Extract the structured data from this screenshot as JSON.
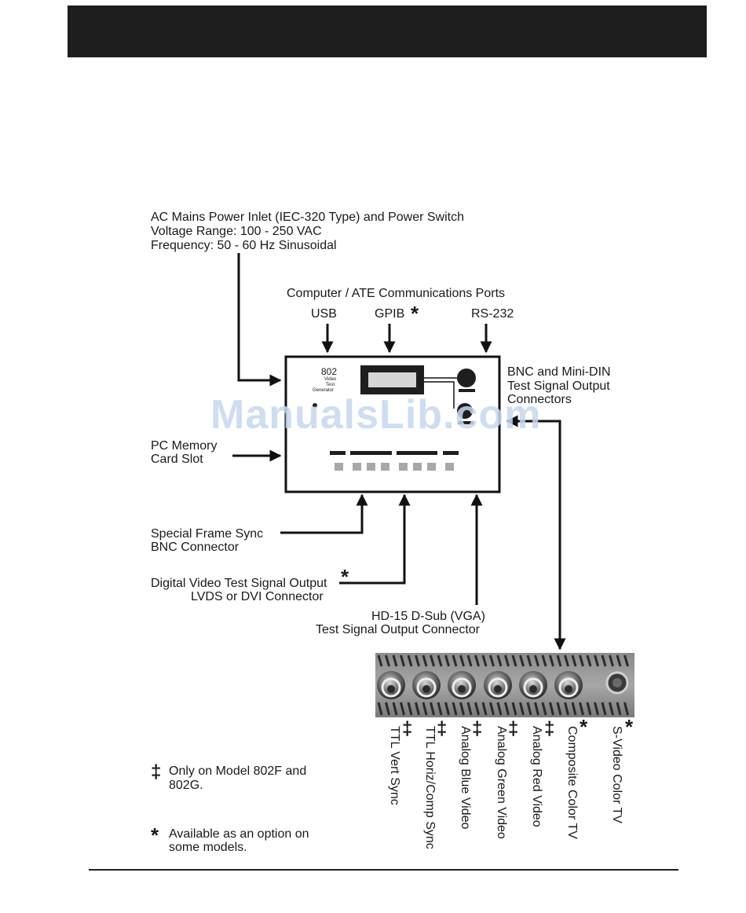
{
  "power": {
    "line1": "AC Mains Power Inlet (IEC-320 Type) and Power Switch",
    "line2": "Voltage Range: 100 - 250 VAC",
    "line3": "Frequency: 50 - 60 Hz Sinusoidal"
  },
  "ports": {
    "title": "Computer / ATE Communications Ports",
    "usb": "USB",
    "gpib": "GPIB",
    "rs232": "RS-232"
  },
  "bnc": {
    "line1": "BNC and Mini-DIN",
    "line2": "Test Signal Output",
    "line3": "Connectors"
  },
  "pc_card": {
    "line1": "PC Memory",
    "line2": "Card Slot"
  },
  "frame_sync": {
    "line1": "Special Frame Sync",
    "line2": "BNC Connector"
  },
  "digital_video": {
    "line1": "Digital Video Test Signal Output",
    "line2": "LVDS or DVI Connector"
  },
  "vga": {
    "line1": "HD-15 D-Sub (VGA)",
    "line2": "Test Signal Output Connector"
  },
  "device": {
    "model": "802",
    "name_lines": [
      "Video",
      "Test",
      "Generator"
    ]
  },
  "symbols": {
    "star": "*",
    "dagger": "‡"
  },
  "connectors": [
    {
      "label": "TTL Vert Sync",
      "mark": "‡"
    },
    {
      "label": "TTL Horiz/Comp Sync",
      "mark": "‡"
    },
    {
      "label": "Analog Blue Video",
      "mark": "‡"
    },
    {
      "label": "Analog Green Video",
      "mark": "‡"
    },
    {
      "label": "Analog Red Video",
      "mark": "‡"
    },
    {
      "label": "Composite Color TV",
      "mark": "*"
    },
    {
      "label": "S-Video Color TV",
      "mark": "*"
    }
  ],
  "notes": {
    "dagger_symbol": "‡",
    "dagger_line1": "Only on Model 802F and",
    "dagger_line2": "802G.",
    "star_symbol": "*",
    "star_line1": "Available as an option on",
    "star_line2": "some models."
  },
  "watermark": "ManualsLib.com"
}
